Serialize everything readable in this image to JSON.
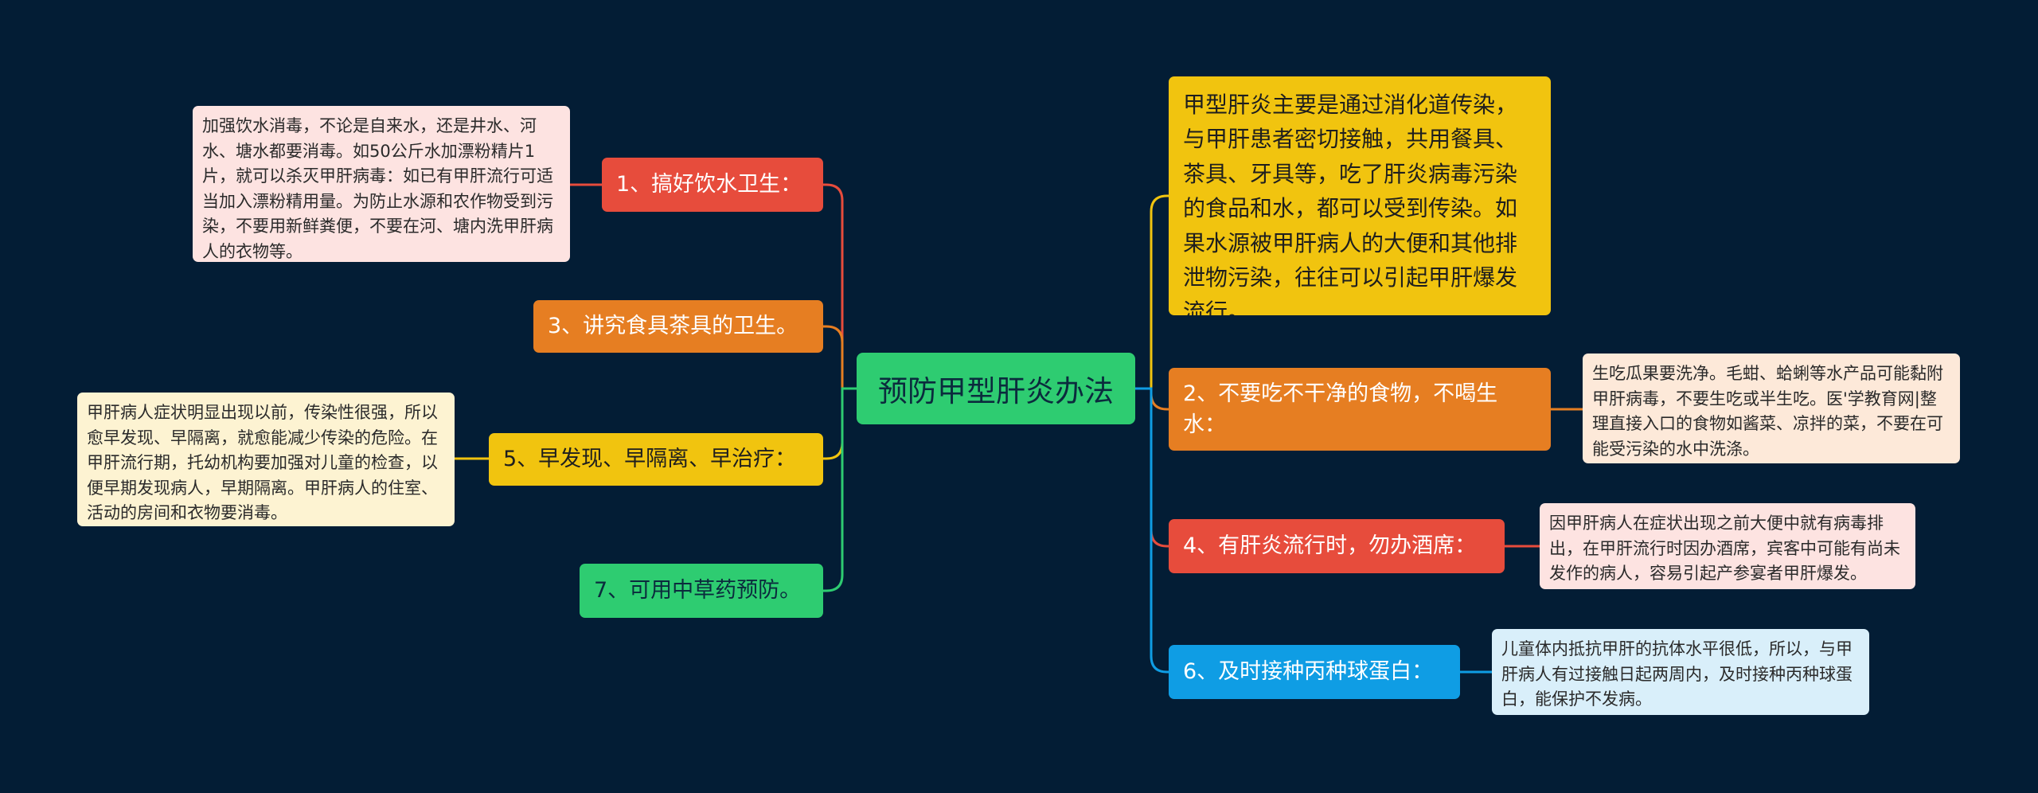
{
  "title": "预防甲型肝炎办法",
  "colors": {
    "background": "#031d35",
    "red": "#e74c3c",
    "orange": "#e67e22",
    "yellow": "#f1c40f",
    "green": "#2ecc71",
    "blue": "#0f9de4"
  },
  "left": {
    "b1": {
      "label": "1、搞好饮水卫生：",
      "note": "加强饮水消毒，不论是自来水，还是井水、河水、塘水都要消毒。如50公斤水加漂粉精片1片，就可以杀灭甲肝病毒：如已有甲肝流行可适当加入漂粉精用量。为防止水源和农作物受到污染，不要用新鲜粪便，不要在河、塘内洗甲肝病人的衣物等。"
    },
    "b3": {
      "label": "3、讲究食具茶具的卫生。"
    },
    "b5": {
      "label": "5、早发现、早隔离、早治疗：",
      "note": "甲肝病人症状明显出现以前，传染性很强，所以愈早发现、早隔离，就愈能减少传染的危险。在甲肝流行期，托幼机构要加强对儿童的检查，以便早期发现病人，早期隔离。甲肝病人的住室、活动的房间和衣物要消毒。"
    },
    "b7": {
      "label": "7、可用中草药预防。"
    }
  },
  "right": {
    "intro": "甲型肝炎主要是通过消化道传染，与甲肝患者密切接触，共用餐具、茶具、牙具等，吃了肝炎病毒污染的食品和水，都可以受到传染。如果水源被甲肝病人的大便和其他排泄物污染，往往可以引起甲肝爆发流行。",
    "b2": {
      "label": "2、不要吃不干净的食物，不喝生水：",
      "note": "生吃瓜果要洗净。毛蚶、蛤蜊等水产品可能黏附甲肝病毒，不要生吃或半生吃。医'学教育网|整理直接入口的食物如酱菜、凉拌的菜，不要在可能受污染的水中洗涤。"
    },
    "b4": {
      "label": "4、有肝炎流行时，勿办酒席：",
      "note": "因甲肝病人在症状出现之前大便中就有病毒排出，在甲肝流行时因办酒席，宾客中可能有尚未发作的病人，容易引起产参宴者甲肝爆发。"
    },
    "b6": {
      "label": "6、及时接种丙种球蛋白：",
      "note": "儿童体内抵抗甲肝的抗体水平很低，所以，与甲肝病人有过接触日起两周内，及时接种丙种球蛋白，能保护不发病。"
    }
  }
}
